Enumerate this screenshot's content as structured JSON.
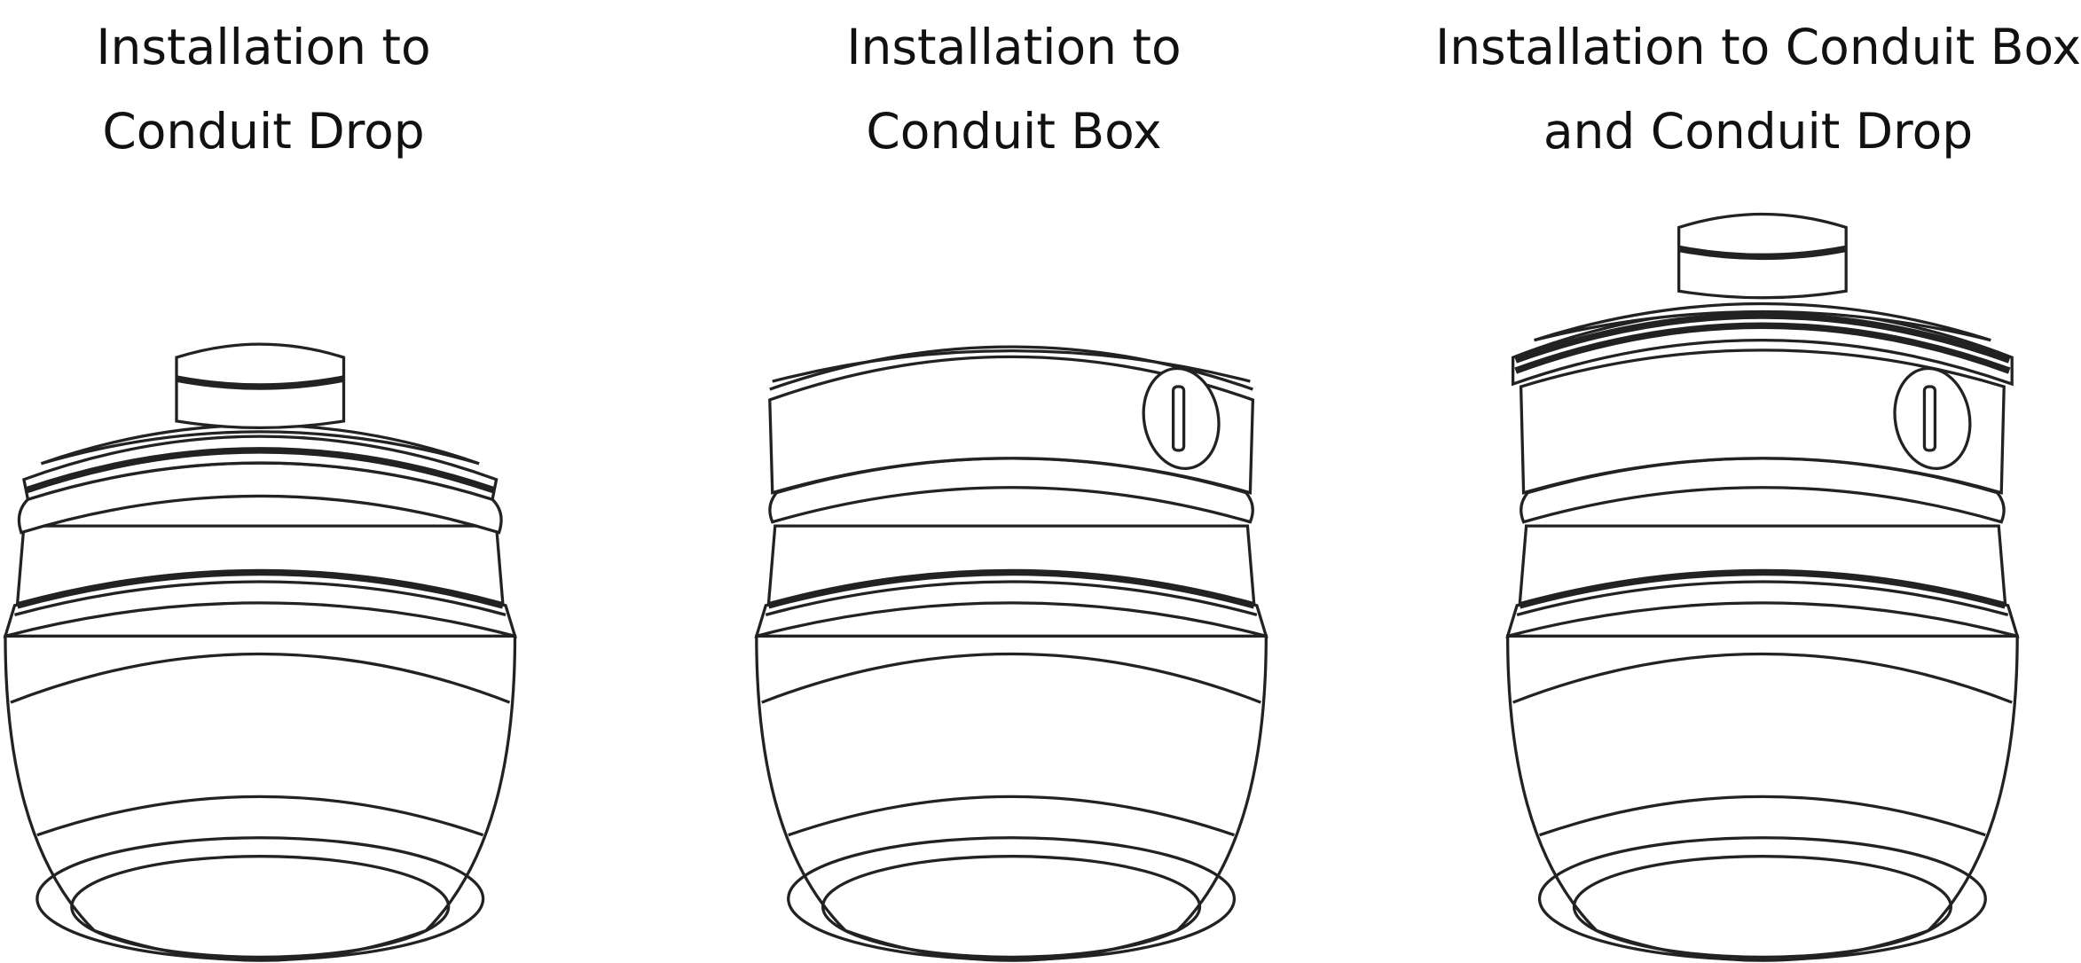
{
  "panels": [
    {
      "title_line1": "Installation to",
      "title_line2": "Conduit Drop"
    },
    {
      "title_line1": "Installation to",
      "title_line2": "Conduit Box"
    },
    {
      "title_line1": "Installation to Conduit Box",
      "title_line2": "and Conduit Drop"
    }
  ]
}
